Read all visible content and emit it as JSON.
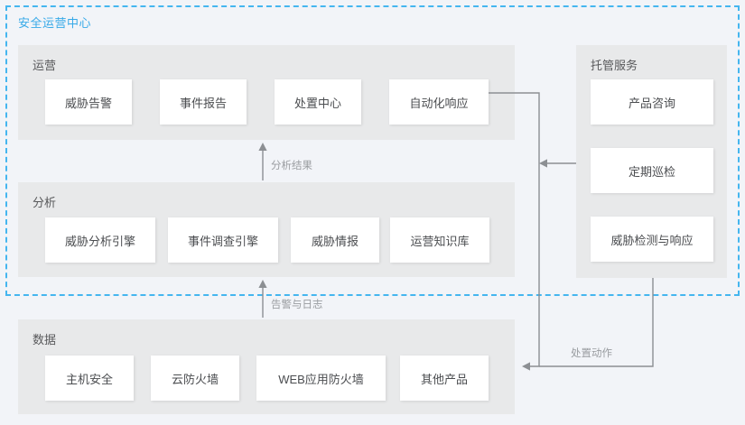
{
  "diagram": {
    "boundary": {
      "label": "安全运营中心",
      "color": "#36a9e8",
      "border_color": "#45b6ef",
      "style": "dashed"
    },
    "panels": [
      {
        "id": "operations",
        "title": "运营",
        "items": [
          {
            "label": "威胁告警"
          },
          {
            "label": "事件报告"
          },
          {
            "label": "处置中心"
          },
          {
            "label": "自动化响应"
          }
        ]
      },
      {
        "id": "analysis",
        "title": "分析",
        "items": [
          {
            "label": "威胁分析引擎"
          },
          {
            "label": "事件调查引擎"
          },
          {
            "label": "威胁情报"
          },
          {
            "label": "运营知识库"
          }
        ]
      },
      {
        "id": "data",
        "title": "数据",
        "items": [
          {
            "label": "主机安全"
          },
          {
            "label": "云防火墙"
          },
          {
            "label": "WEB应用防火墙"
          },
          {
            "label": "其他产品"
          }
        ]
      },
      {
        "id": "managed-service",
        "title": "托管服务",
        "items": [
          {
            "label": "产品咨询"
          },
          {
            "label": "定期巡检"
          },
          {
            "label": "威胁检测与响应"
          }
        ]
      }
    ],
    "edges": [
      {
        "id": "analysis-to-operations",
        "label": "分析结果",
        "direction": "up"
      },
      {
        "id": "data-to-analysis",
        "label": "告警与日志",
        "direction": "up"
      },
      {
        "id": "managed-to-operations",
        "label": "",
        "direction": "left"
      },
      {
        "id": "operations-to-data",
        "label": "处置动作",
        "direction": "left"
      }
    ],
    "colors": {
      "background": "#f2f4f8",
      "panel": "#e8e9ea",
      "card": "#ffffff",
      "text": "#4b4d50",
      "panel_title": "#58595b",
      "edge": "#8c8f93",
      "edge_label": "#9a9da1"
    }
  }
}
